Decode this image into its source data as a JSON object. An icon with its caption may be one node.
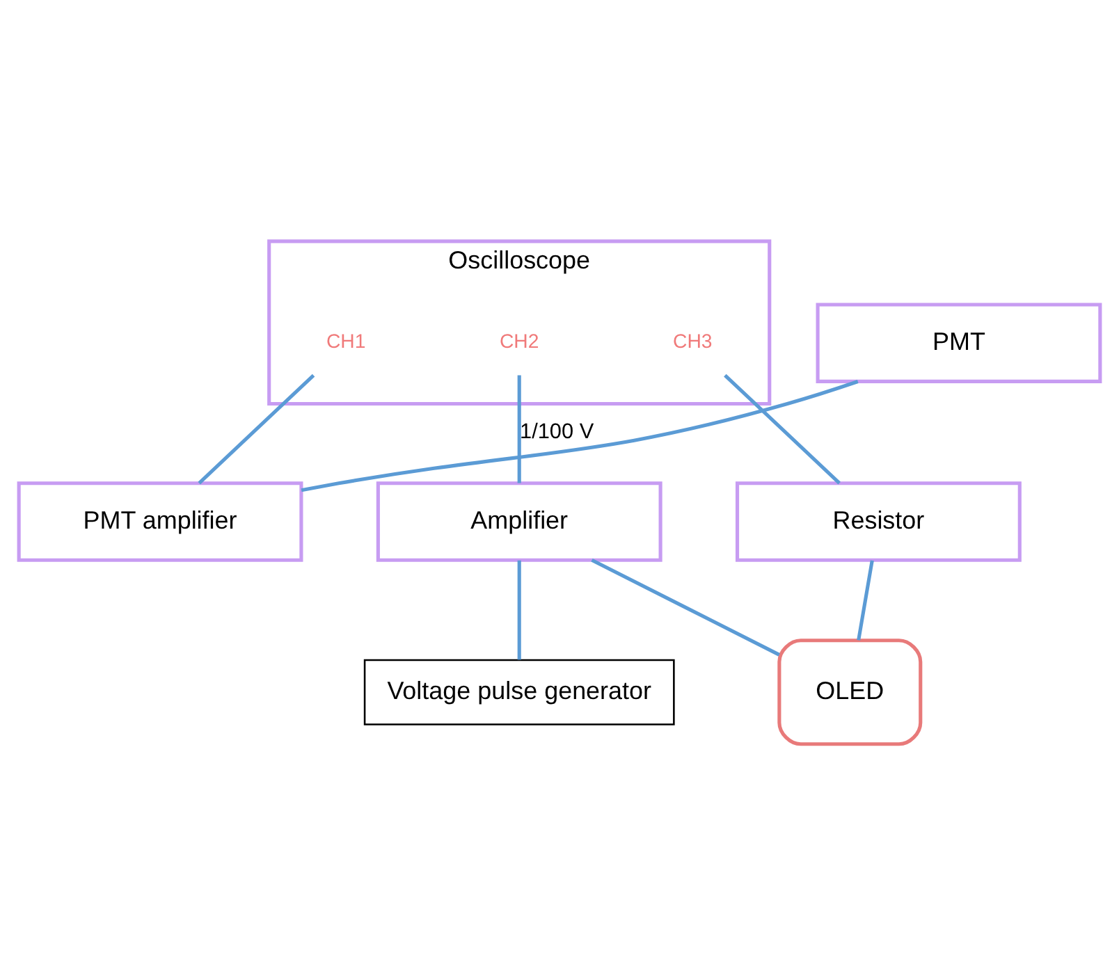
{
  "diagram": {
    "nodes": [
      {
        "text": [
          "Oscilloscope"
        ]
      },
      {
        "text": [
          "CH1"
        ],
        "in": 0
      },
      {
        "text": [
          "CH2"
        ],
        "in": 0
      },
      {
        "text": [
          "CH3"
        ],
        "in": 0
      },
      {
        "text": [
          "Resistor"
        ]
      },
      {
        "text": [
          "Amplifier"
        ]
      },
      {
        "text": [
          "Voltage pulse generator"
        ]
      },
      {
        "text": [
          "PMT amplifier"
        ]
      },
      {
        "text": [
          "PMT"
        ]
      },
      {
        "text": [
          "OLED"
        ]
      }
    ],
    "edges": [
      {
        "from": 1,
        "to": 7,
        "arrow": "none"
      },
      {
        "from": 2,
        "to": 5,
        "arrow": "none",
        "label": "1/100 V"
      },
      {
        "from": 3,
        "to": 4,
        "arrow": "none"
      },
      {
        "from": 5,
        "to": 6,
        "arrow": "none"
      },
      {
        "from": 4,
        "to": 9,
        "arrow": "none"
      },
      {
        "from": 5,
        "to": 9,
        "arrow": "none"
      },
      {
        "from": 7,
        "to": 8,
        "arrow": "none"
      }
    ]
  }
}
